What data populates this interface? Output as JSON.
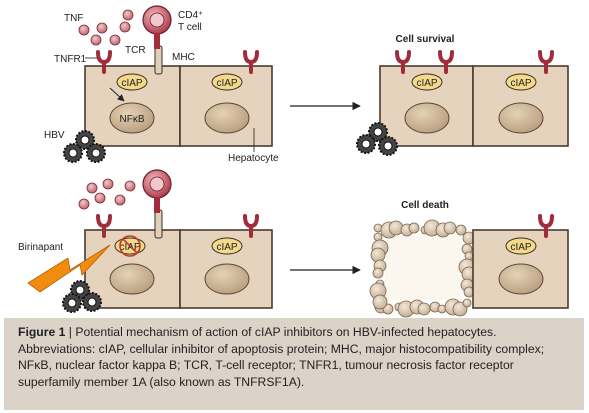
{
  "labels": {
    "tnf": "TNF",
    "cd4": "CD4⁺",
    "t_cell": "T cell",
    "tcr": "TCR",
    "mhc": "MHC",
    "tnfr1": "TNFR1",
    "hbv": "HBV",
    "nfkb": "NFκB",
    "hepatocyte": "Hepatocyte",
    "birinapant": "Birinapant",
    "ciap": "cIAP",
    "cell_survival": "Cell survival",
    "cell_death": "Cell death"
  },
  "caption": {
    "figure_label": "Figure 1",
    "separator": " | ",
    "text": "Potential mechanism of action of cIAP inhibitors on HBV-infected hepatocytes. Abbreviations: cIAP, cellular inhibitor of apoptosis protein; MHC, major histocompatibility complex; NFκB, nuclear factor kappa B; TCR, T-cell receptor; TNFR1, tumour necrosis factor receptor superfamily member 1A (also known as TNFRSF1A)."
  },
  "colors": {
    "cell_fill": "#e6d3bd",
    "cell_border": "#4a3a30",
    "nucleus": "#cdb596",
    "receptor": "#a12c3c",
    "ciap_fill": "#f5d98a",
    "tnf": "#d3848c",
    "tcell": "#c9505f",
    "caption_bg": "#dcd3c8",
    "lightning": "#f28c0f",
    "apoptotic_bleb": "#d9c7b1"
  }
}
